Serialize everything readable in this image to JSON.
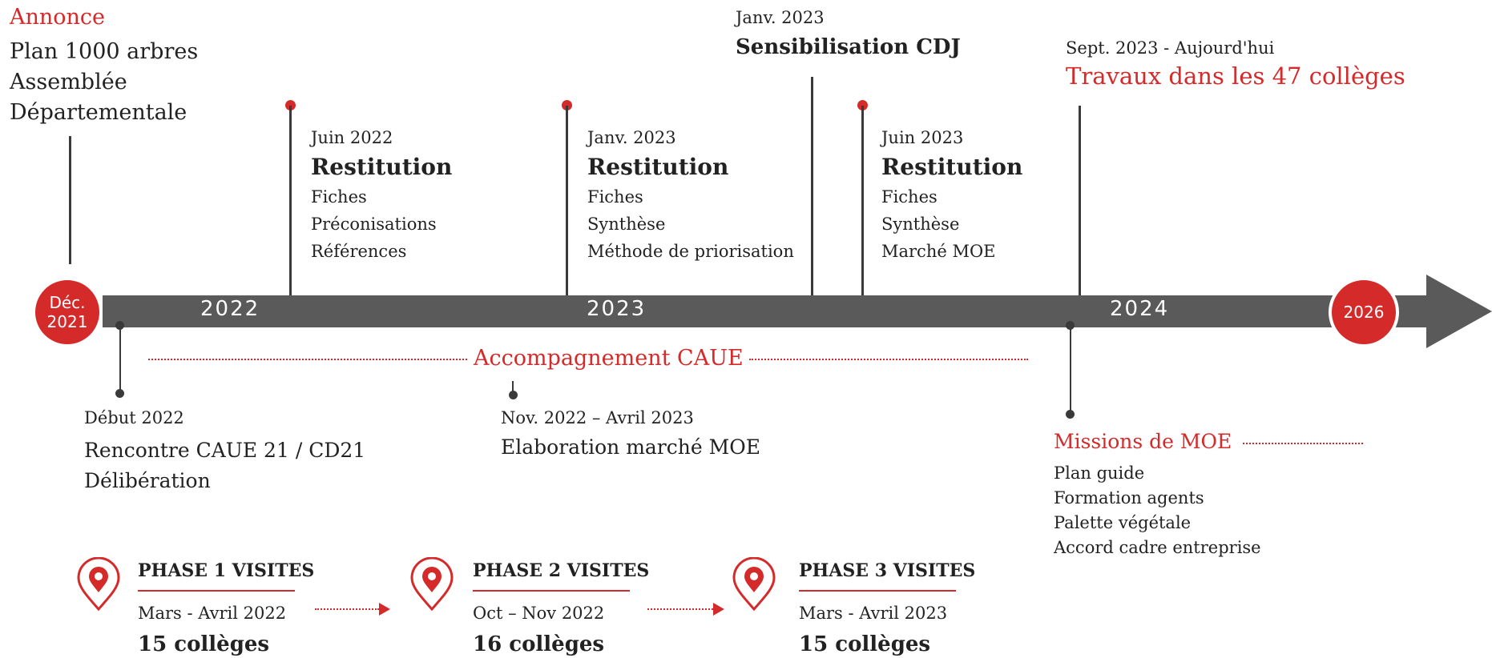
{
  "annonce": {
    "label": "Annonce",
    "lines": [
      "Plan 1000 arbres",
      "Assemblée",
      "Départementale"
    ]
  },
  "start": {
    "line1": "Déc.",
    "line2": "2021"
  },
  "end": {
    "label": "2026"
  },
  "years": [
    "2022",
    "2023",
    "2024"
  ],
  "top_events": [
    {
      "date": "Juin 2022",
      "title": "Restitution",
      "items": [
        "Fiches",
        "Préconisations",
        "Références"
      ]
    },
    {
      "date": "Janv. 2023",
      "title": "Restitution",
      "items": [
        "Fiches",
        "Synthèse",
        "Méthode de priorisation"
      ]
    },
    {
      "date": "Juin 2023",
      "title": "Restitution",
      "items": [
        "Fiches",
        "Synthèse",
        "Marché MOE"
      ]
    }
  ],
  "cdj": {
    "date": "Janv. 2023",
    "title": "Sensibilisation CDJ"
  },
  "travaux": {
    "date": "Sept. 2023 - Aujourd'hui",
    "title": "Travaux dans les 47 collèges"
  },
  "accompagnement": {
    "label": "Accompagnement CAUE"
  },
  "bottom_events": [
    {
      "date": "Début 2022",
      "lines": [
        "Rencontre CAUE 21 / CD21",
        "Délibération"
      ]
    },
    {
      "date": "Nov. 2022 – Avril 2023",
      "lines": [
        "Elaboration marché MOE"
      ]
    }
  ],
  "missions": {
    "title": "Missions de MOE",
    "items": [
      "Plan guide",
      "Formation agents",
      "Palette végétale",
      "Accord cadre entreprise"
    ]
  },
  "phases": [
    {
      "title": "PHASE 1 VISITES",
      "date": "Mars - Avril 2022",
      "count": "15 collèges",
      "icon": "location-pin-icon"
    },
    {
      "title": "PHASE 2 VISITES",
      "date": "Oct – Nov 2022",
      "count": "16 collèges",
      "icon": "location-pin-icon"
    },
    {
      "title": "PHASE 3 VISITES",
      "date": "Mars - Avril 2023",
      "count": "15 collèges",
      "icon": "location-pin-icon"
    }
  ],
  "colors": {
    "accent": "#d42a2a",
    "bar": "#5a5a5a",
    "text": "#222222"
  }
}
